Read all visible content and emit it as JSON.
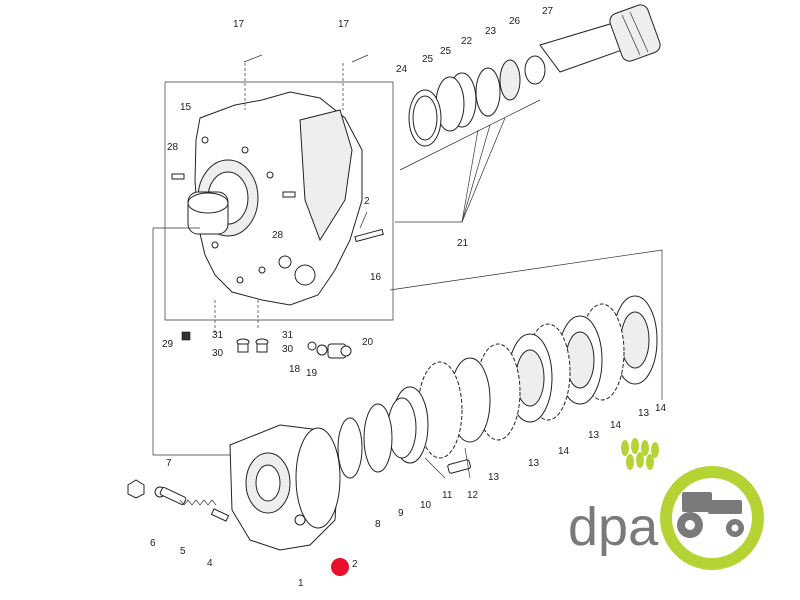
{
  "callouts": [
    {
      "id": "c17a",
      "text": "17"
    },
    {
      "id": "c17b",
      "text": "17"
    },
    {
      "id": "c27",
      "text": "27"
    },
    {
      "id": "c26",
      "text": "26"
    },
    {
      "id": "c23",
      "text": "23"
    },
    {
      "id": "c22",
      "text": "22"
    },
    {
      "id": "c25a",
      "text": "25"
    },
    {
      "id": "c25b",
      "text": "25"
    },
    {
      "id": "c24",
      "text": "24"
    },
    {
      "id": "c15",
      "text": "15"
    },
    {
      "id": "c28a",
      "text": "28"
    },
    {
      "id": "c28b",
      "text": "28"
    },
    {
      "id": "c2a",
      "text": "2"
    },
    {
      "id": "c16",
      "text": "16"
    },
    {
      "id": "c21",
      "text": "21"
    },
    {
      "id": "c29",
      "text": "29"
    },
    {
      "id": "c31a",
      "text": "31"
    },
    {
      "id": "c31b",
      "text": "31"
    },
    {
      "id": "c30a",
      "text": "30"
    },
    {
      "id": "c30b",
      "text": "30"
    },
    {
      "id": "c20",
      "text": "20"
    },
    {
      "id": "c18",
      "text": "18"
    },
    {
      "id": "c19",
      "text": "19"
    },
    {
      "id": "c7",
      "text": "7"
    },
    {
      "id": "c6",
      "text": "6"
    },
    {
      "id": "c5",
      "text": "5"
    },
    {
      "id": "c4",
      "text": "4"
    },
    {
      "id": "c1",
      "text": "1"
    },
    {
      "id": "c2b",
      "text": "2"
    },
    {
      "id": "c8",
      "text": "8"
    },
    {
      "id": "c9",
      "text": "9"
    },
    {
      "id": "c10",
      "text": "10"
    },
    {
      "id": "c11",
      "text": "11"
    },
    {
      "id": "c12",
      "text": "12"
    },
    {
      "id": "c13a",
      "text": "13"
    },
    {
      "id": "c13b",
      "text": "13"
    },
    {
      "id": "c13c",
      "text": "13"
    },
    {
      "id": "c13d",
      "text": "13"
    },
    {
      "id": "c14a",
      "text": "14"
    },
    {
      "id": "c14b",
      "text": "14"
    },
    {
      "id": "c14c",
      "text": "14"
    }
  ],
  "logo": {
    "text": "dpa",
    "colors": {
      "green": "#b6d334",
      "gray": "#7a7a7a"
    }
  },
  "marker": {
    "color": "#e8102a"
  }
}
